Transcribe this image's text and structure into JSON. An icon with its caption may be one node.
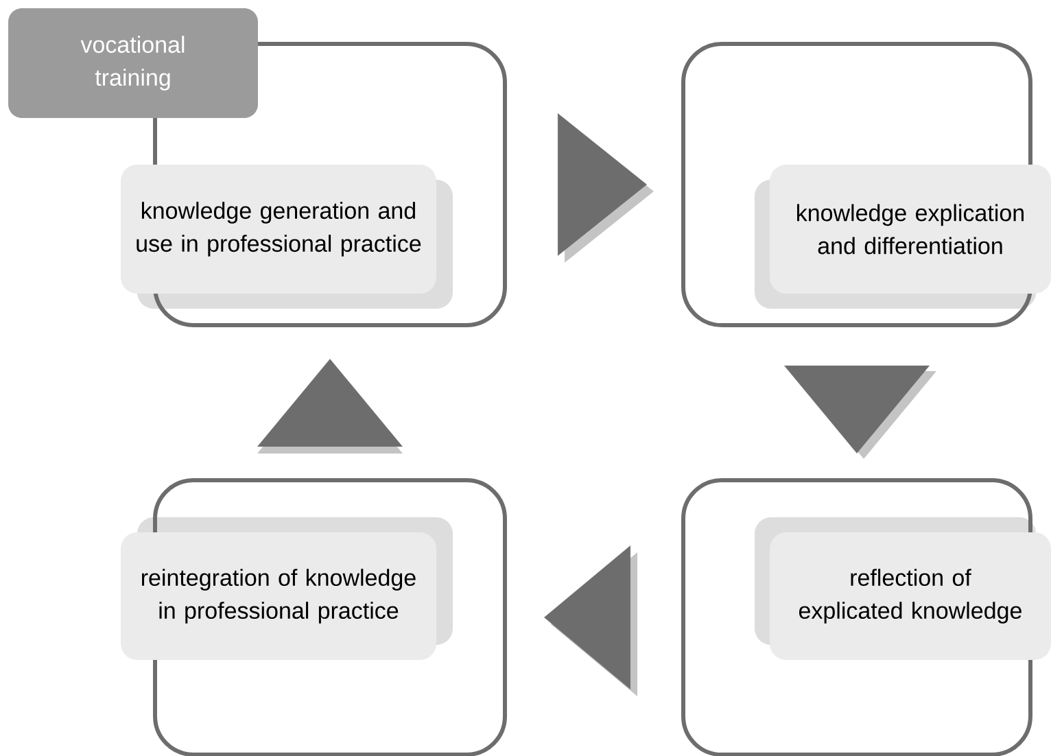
{
  "diagram": {
    "nodes": [
      {
        "text": [
          "vocational training"
        ]
      },
      {
        "text": [],
        "shape": "box"
      },
      {
        "text": [
          "knowledge generation and use in professional practice"
        ]
      },
      {
        "text": [],
        "shape": "box"
      },
      {
        "text": [
          "knowledge explication and differentiation"
        ]
      },
      {
        "text": [],
        "shape": "box"
      },
      {
        "text": [
          "reflection of explicated knowledge"
        ]
      },
      {
        "text": [],
        "shape": "box"
      },
      {
        "text": [
          "reintegration of knowledge in professional practice"
        ]
      }
    ],
    "edges": [
      {
        "from": 1,
        "to": 3,
        "arrow": "to"
      },
      {
        "from": 3,
        "to": 5,
        "arrow": "to"
      },
      {
        "from": 5,
        "to": 7,
        "arrow": "to"
      },
      {
        "from": 7,
        "to": 1,
        "arrow": "to"
      }
    ]
  }
}
